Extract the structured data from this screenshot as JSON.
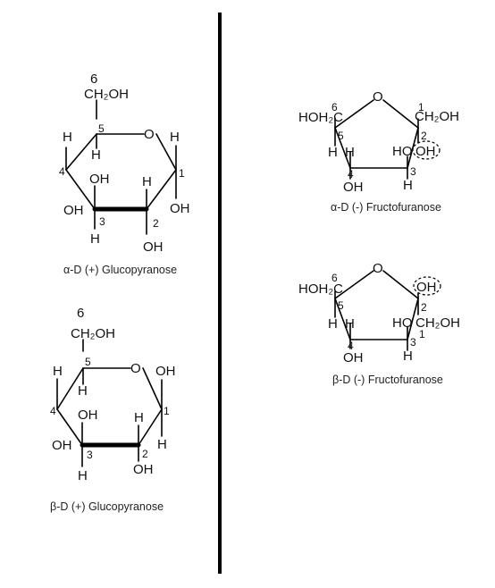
{
  "panels": {
    "alpha_glc": {
      "caption": "α-D (+) Glucopyranose",
      "c6": "6",
      "ch2oh": "CH₂OH",
      "ring_o": "O",
      "h5": "H",
      "n5": "5",
      "h5b": "H",
      "h1": "H",
      "n1": "1",
      "n4": "4",
      "oh4": "OH",
      "oh3": "OH",
      "h2": "H",
      "oh2": "OH",
      "n3": "3",
      "h3": "H",
      "n2": "2",
      "oh_bottom": "OH"
    },
    "beta_glc": {
      "caption": "β-D (+) Glucopyranose",
      "c6": "6",
      "ch2oh": "CH₂OH",
      "ring_o": "O",
      "oh1": "OH",
      "h5": "H",
      "n5": "5",
      "h5b": "H",
      "n4": "4",
      "oh4": "OH",
      "oh3": "OH",
      "h2": "H",
      "n1": "1",
      "h1": "H",
      "n3": "3",
      "h3": "H",
      "n2": "2",
      "oh_bottom": "OH"
    },
    "alpha_fru": {
      "caption": "α-D (-) Fructofuranose",
      "ring_o": "O",
      "n6": "6",
      "hoh2c": "HOH₂C",
      "n1": "1",
      "ch2oh": "CH₂OH",
      "n5": "5",
      "h5": "H",
      "n2": "2",
      "ho": "HO",
      "oh": "OH",
      "h4": "H",
      "n4": "4",
      "oh4": "OH",
      "n3": "3",
      "h3": "H"
    },
    "beta_fru": {
      "caption": "β-D (-) Fructofuranose",
      "ring_o": "O",
      "n6": "6",
      "hoh2c": "HOH₂C",
      "oh": "OH",
      "n5": "5",
      "h5": "H",
      "n2": "2",
      "ho": "HO",
      "ch2oh": "CH₂OH",
      "n1": "1",
      "h4": "H",
      "n4": "4",
      "oh4": "OH",
      "n3": "3",
      "h3": "H"
    }
  }
}
